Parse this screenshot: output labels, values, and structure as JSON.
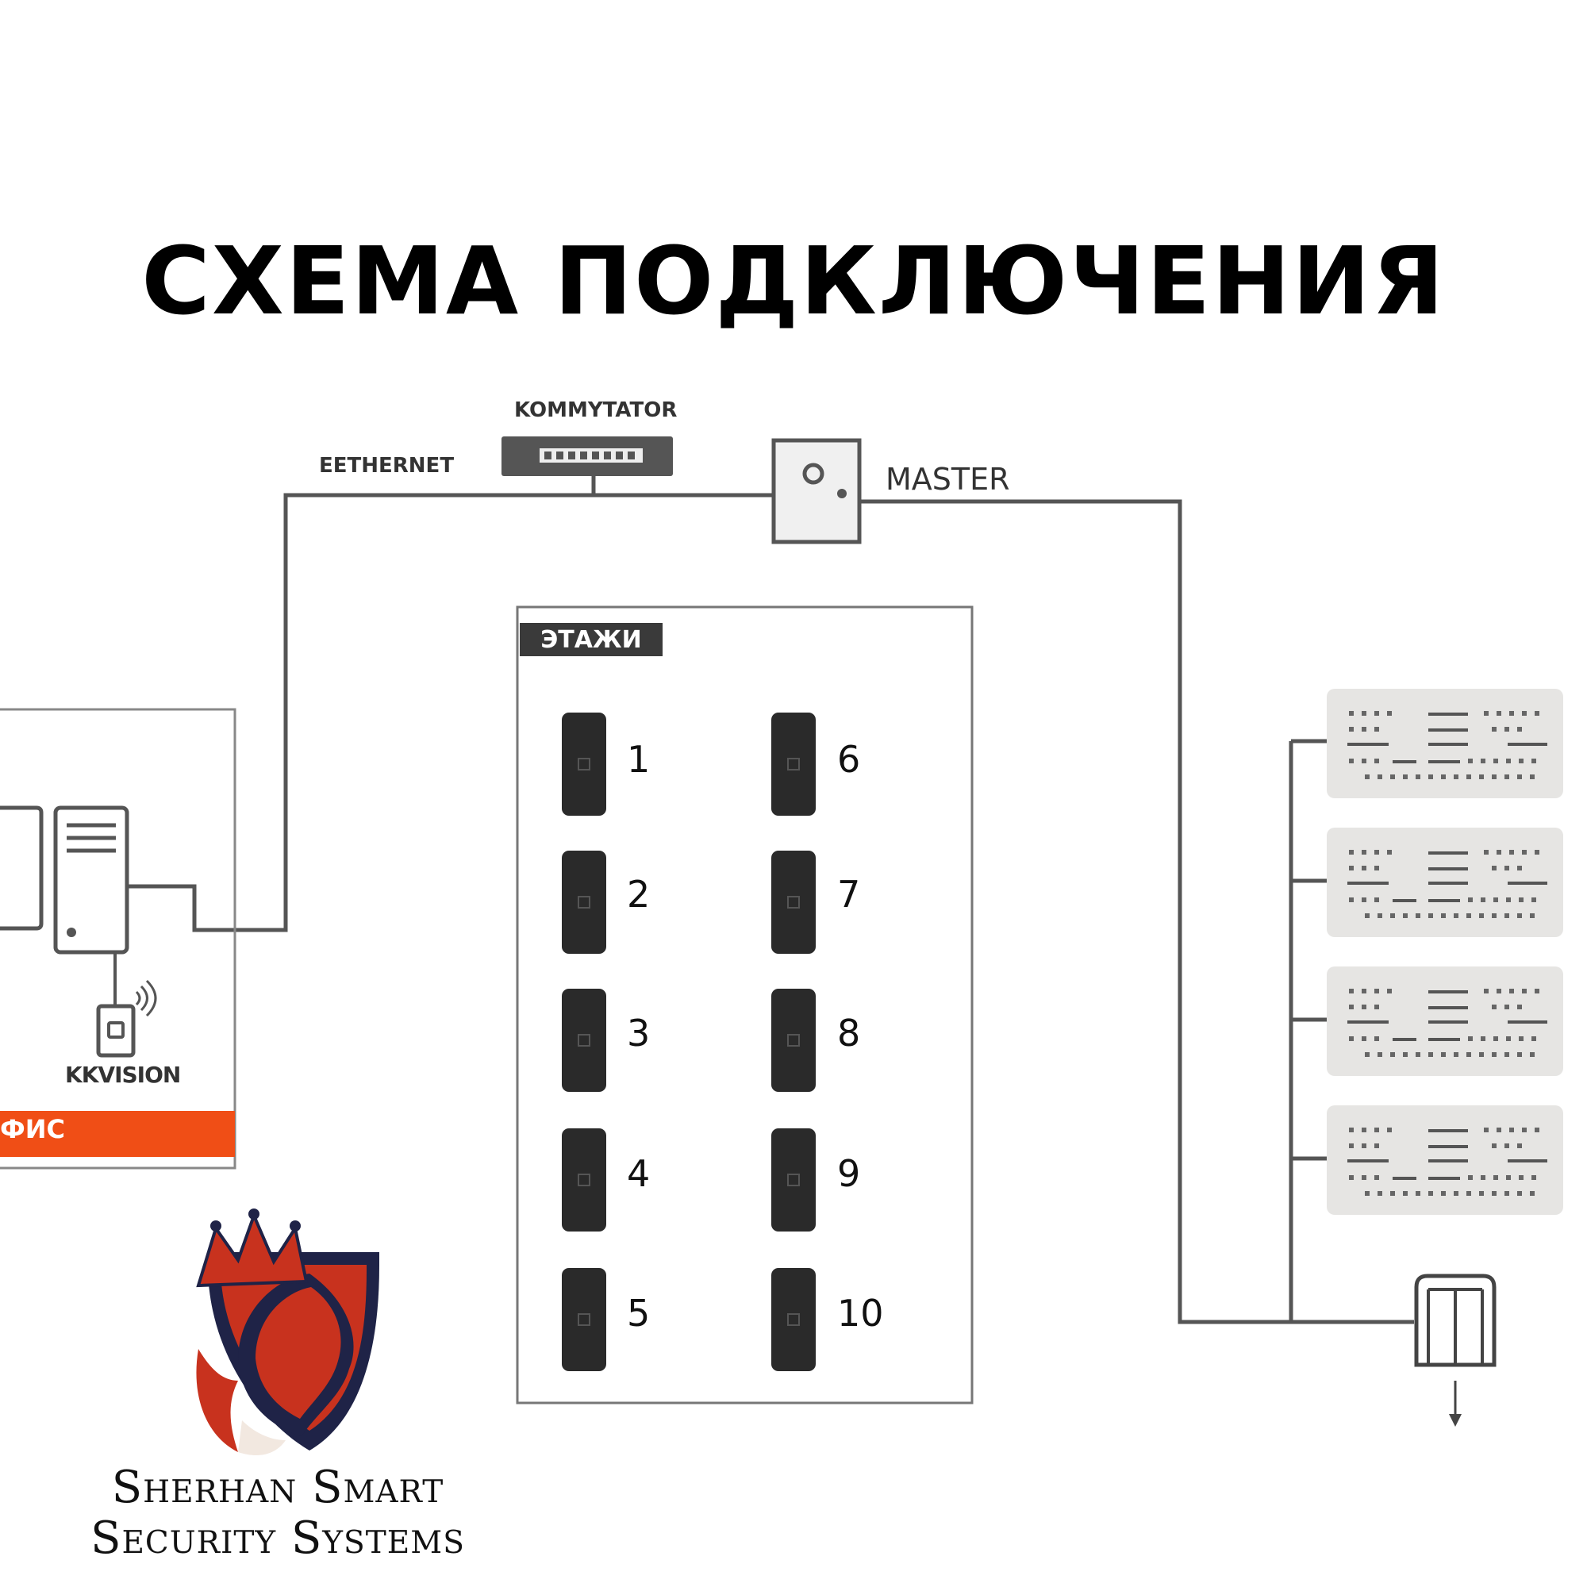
{
  "title": "СХЕМА ПОДКЛЮЧЕНИЯ",
  "labels": {
    "switch": "KOMMYTATOR",
    "ethernet": "EETHERNET",
    "master": "MASTER",
    "floors": "ЭТАЖИ",
    "reader_brand": "KKVISION",
    "office": "ФИС"
  },
  "floors": [
    "1",
    "2",
    "3",
    "4",
    "5",
    "6",
    "7",
    "8",
    "9",
    "10"
  ],
  "company": {
    "line1": "Sherhan Smart",
    "line2": "Security Systems"
  },
  "colors": {
    "line": "#555555",
    "office_bar": "#f04e16",
    "reader": "#2a2a2a",
    "panel": "#e6e5e3",
    "logo_red": "#c8321e",
    "logo_navy": "#1f2347"
  }
}
